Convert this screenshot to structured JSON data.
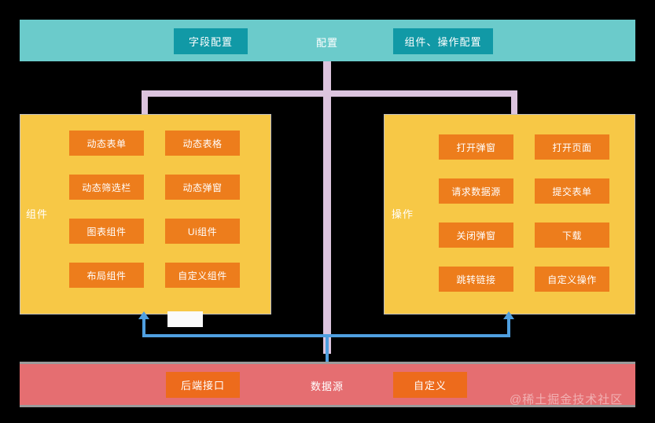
{
  "diagram": {
    "config_bar": {
      "center_label": "配置",
      "chips": [
        {
          "label": "字段配置"
        },
        {
          "label": "组件、操作配置"
        }
      ],
      "color": "#6BCBCB",
      "chip_color": "#1199A6"
    },
    "panels": [
      {
        "title": "组件",
        "color": "#F7C846",
        "chip_color": "#ED7D1C",
        "items": [
          {
            "label": "动态表单"
          },
          {
            "label": "动态表格"
          },
          {
            "label": "动态筛选栏"
          },
          {
            "label": "动态弹窗"
          },
          {
            "label": "图表组件"
          },
          {
            "label": "Ui组件"
          },
          {
            "label": "布局组件"
          },
          {
            "label": "自定义组件"
          }
        ]
      },
      {
        "title": "操作",
        "color": "#F7C846",
        "chip_color": "#ED7D1C",
        "items": [
          {
            "label": "打开弹窗"
          },
          {
            "label": "打开页面"
          },
          {
            "label": "请求数据源"
          },
          {
            "label": "提交表单"
          },
          {
            "label": "关闭弹窗"
          },
          {
            "label": "下载"
          },
          {
            "label": "跳转链接"
          },
          {
            "label": "自定义操作"
          }
        ]
      }
    ],
    "datasource_bar": {
      "center_label": "数据源",
      "chips": [
        {
          "label": "后端接口"
        },
        {
          "label": "自定义"
        }
      ],
      "color": "#E56E71",
      "chip_color": "#ED6B1C"
    },
    "connectors": {
      "config_line_color": "#DCC4DE",
      "datasource_line_color": "#4F9FE0"
    },
    "note_box": {
      "label": ""
    },
    "watermark": "@稀土掘金技术社区"
  }
}
